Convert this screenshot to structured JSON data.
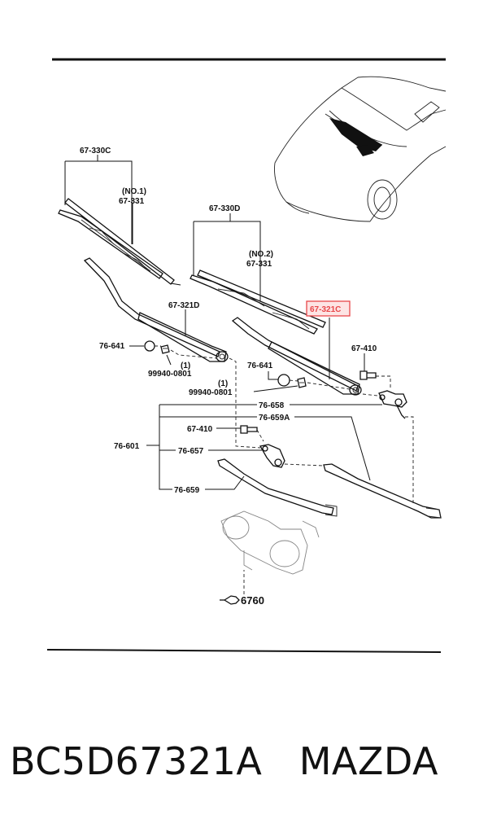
{
  "labels": {
    "l67330C": "67-330C",
    "lNo1": "(NO.1)",
    "l67331a": "67-331",
    "l67330D": "67-330D",
    "lNo2": "(NO.2)",
    "l67331b": "67-331",
    "l67321D": "67-321D",
    "l67321C": "67-321C",
    "l76641a": "76-641",
    "l1a": "(1)",
    "l99940a": "99940-0801",
    "l76641b": "76-641",
    "l1b": "(1)",
    "l99940b": "99940-0801",
    "l67410a": "67-410",
    "l76658": "76-658",
    "l76659A": "76-659A",
    "l67410b": "67-410",
    "l76601": "76-601",
    "l76657": "76-657",
    "l76659": "76-659",
    "l6760": "6760"
  },
  "highlight_color": "#e8474a",
  "bottom": {
    "part_number": "BC5D67321A",
    "brand": "MAZDA"
  }
}
